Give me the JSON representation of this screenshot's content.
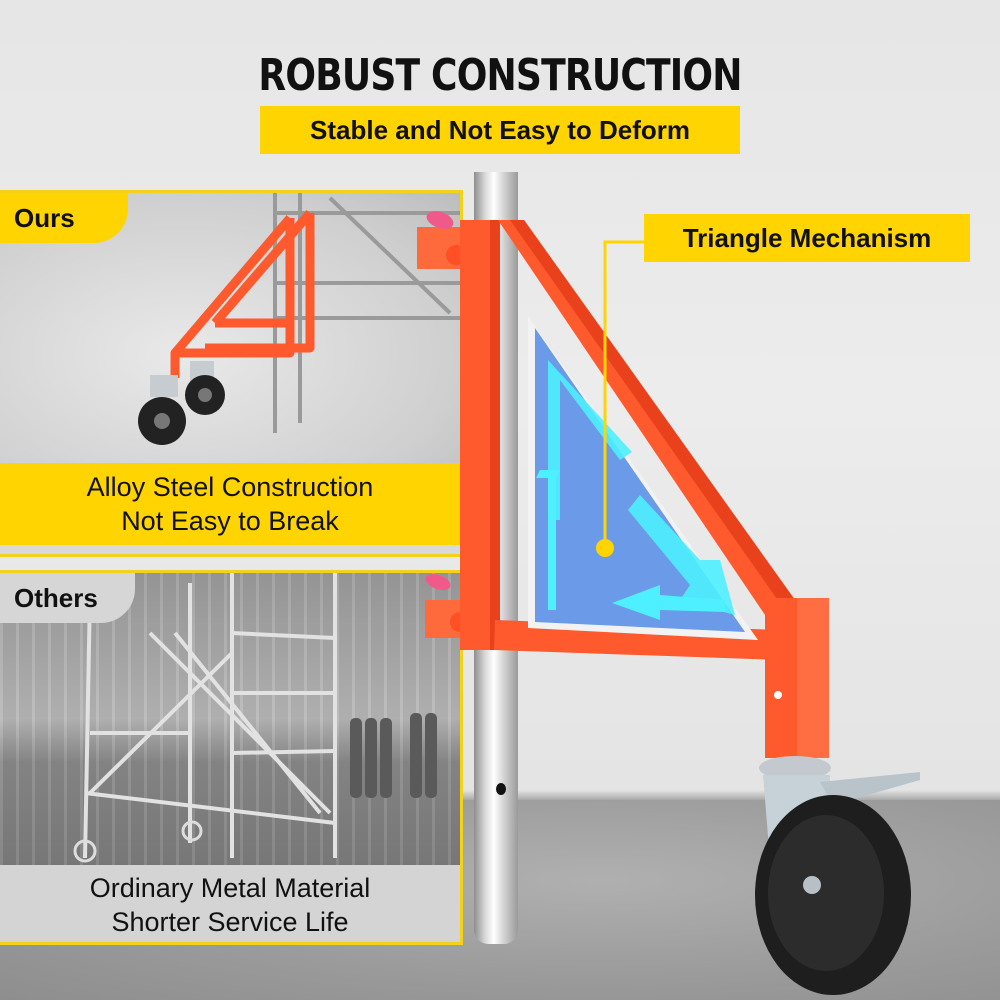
{
  "header": {
    "title": "ROBUST CONSTRUCTION",
    "subtitle": "Stable and Not Easy to Deform"
  },
  "comparison": {
    "ours": {
      "tag": "Ours",
      "caption_line1": "Alloy Steel Construction",
      "caption_line2": "Not Easy to Break"
    },
    "others": {
      "tag": "Others",
      "caption_line1": "Ordinary Metal Material",
      "caption_line2": "Shorter Service Life"
    }
  },
  "product": {
    "callout": "Triangle Mechanism"
  },
  "colors": {
    "accent_yellow": "#ffd400",
    "frame_orange": "#ff5a2e",
    "triangle_blue": "#6a9ae8",
    "arrow_cyan": "#4ef0ff",
    "background": "#e8e8e8",
    "floor": "#9e9e9e"
  }
}
